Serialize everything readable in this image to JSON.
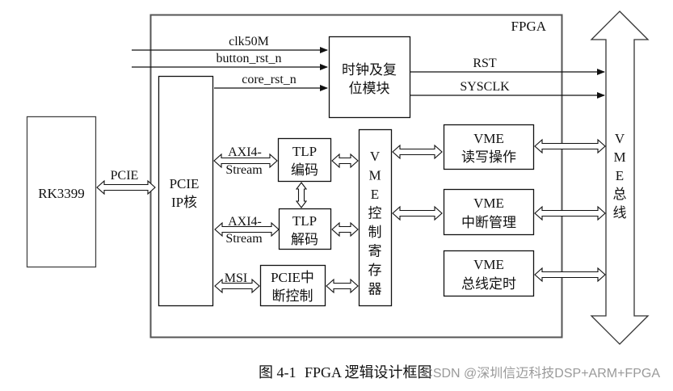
{
  "diagram": {
    "title": "FPGA 逻辑设计框图",
    "caption_prefix": "图 4-1",
    "caption_text": "FPGA 逻辑设计框图",
    "watermark": "CSDN @深圳信迈科技DSP+ARM+FPGA",
    "fpga_label": "FPGA",
    "external": {
      "rk3399": "RK3399",
      "pcie_link": "PCIE",
      "vme_bus": [
        "V",
        "M",
        "E",
        "总",
        "线"
      ]
    },
    "inputs": {
      "clk": "clk50M",
      "button_rst": "button_rst_n",
      "core_rst": "core_rst_n"
    },
    "outputs": {
      "rst": "RST",
      "sysclk": "SYSCLK"
    },
    "blocks": {
      "pcie_ip": [
        "PCIE",
        "IP核"
      ],
      "clock_reset": [
        "时钟及复",
        "位模块"
      ],
      "tlp_encode": [
        "TLP",
        "编码"
      ],
      "tlp_decode": [
        "TLP",
        "解码"
      ],
      "pcie_int": [
        "PCIE中",
        "断控制"
      ],
      "vme_ctrl_reg": [
        "V",
        "M",
        "E",
        "控",
        "制",
        "寄",
        "存",
        "器"
      ],
      "vme_rw": [
        "VME",
        "读写操作"
      ],
      "vme_int": [
        "VME",
        "中断管理"
      ],
      "vme_timer": [
        "VME",
        "总线定时"
      ]
    },
    "links": {
      "axi_top": [
        "AXI4-",
        "Stream"
      ],
      "axi_bottom": [
        "AXI4-",
        "Stream"
      ],
      "msi": "MSI"
    }
  }
}
